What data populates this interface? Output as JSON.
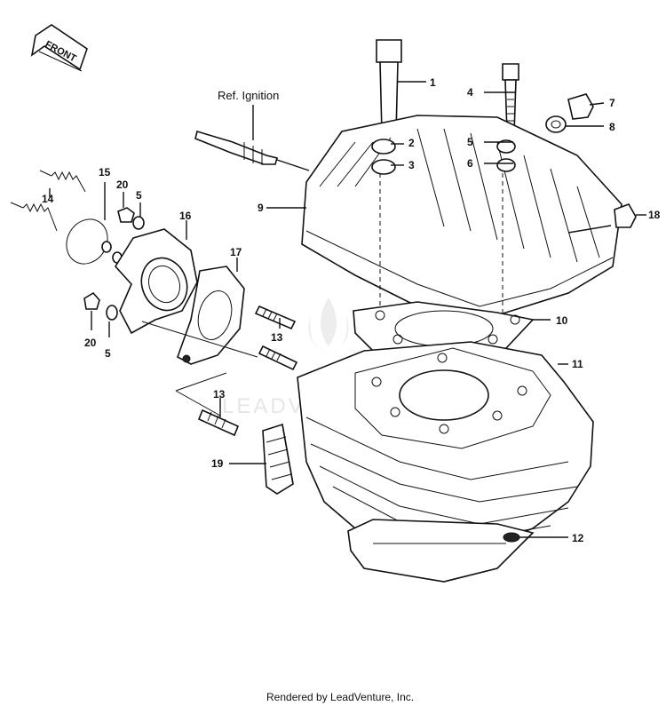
{
  "front_label": "FRONT",
  "ref_label": "Ref. Ignition",
  "watermark": "LEADVENTURE",
  "footer": "Rendered by LeadVenture, Inc.",
  "callouts": [
    "1",
    "2",
    "3",
    "4",
    "5",
    "5",
    "5",
    "6",
    "7",
    "8",
    "9",
    "10",
    "11",
    "12",
    "13",
    "13",
    "14",
    "15",
    "16",
    "17",
    "18",
    "19",
    "20",
    "20"
  ]
}
